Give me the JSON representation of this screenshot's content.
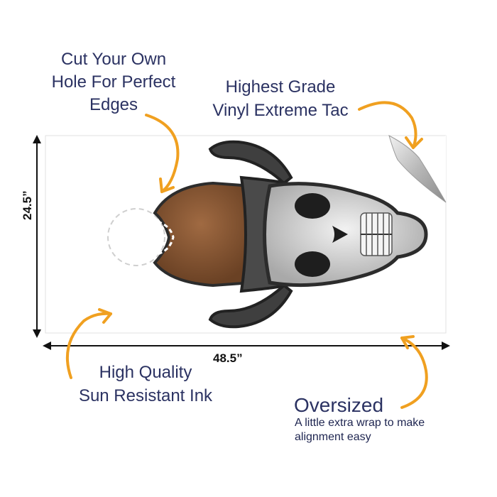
{
  "callouts": {
    "cut_hole": [
      "Cut Your Own",
      "Hole For Perfect",
      "Edges"
    ],
    "vinyl": [
      "Highest Grade",
      "Vinyl Extreme Tac"
    ],
    "ink": [
      "High Quality",
      "Sun Resistant Ink"
    ],
    "oversized": {
      "title": "Oversized",
      "subtitle": [
        "A little extra wrap to make",
        "alignment easy"
      ]
    }
  },
  "dimensions": {
    "width": "48.5”",
    "height": "24.5”"
  },
  "colors": {
    "text": "#2b3262",
    "arrow": "#f0a020",
    "hat_brim": "#3f3f3f",
    "hat_crown": "#7a4e30",
    "skull": "#c9c9c9"
  }
}
